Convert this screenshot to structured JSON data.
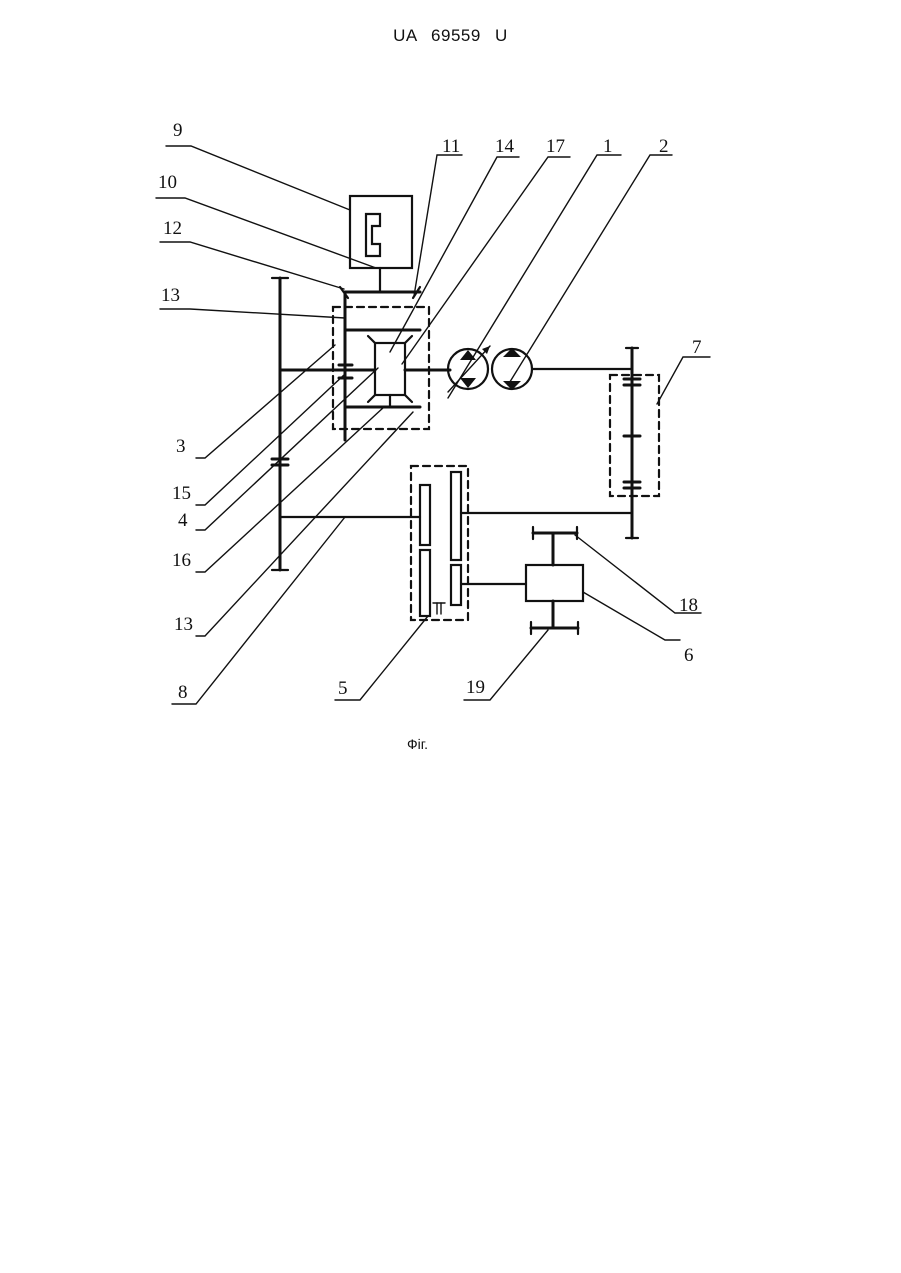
{
  "header": {
    "patent_number": "UA   69559   U"
  },
  "figure": {
    "caption": "Фіг.",
    "labels": {
      "l1": "1",
      "l2": "2",
      "l3": "3",
      "l4": "4",
      "l5": "5",
      "l6": "6",
      "l7": "7",
      "l8": "8",
      "l9": "9",
      "l10": "10",
      "l11": "11",
      "l12": "12",
      "l13a": "13",
      "l13b": "13",
      "l14": "14",
      "l15": "15",
      "l16": "16",
      "l17": "17",
      "l18": "18",
      "l19": "19"
    }
  }
}
